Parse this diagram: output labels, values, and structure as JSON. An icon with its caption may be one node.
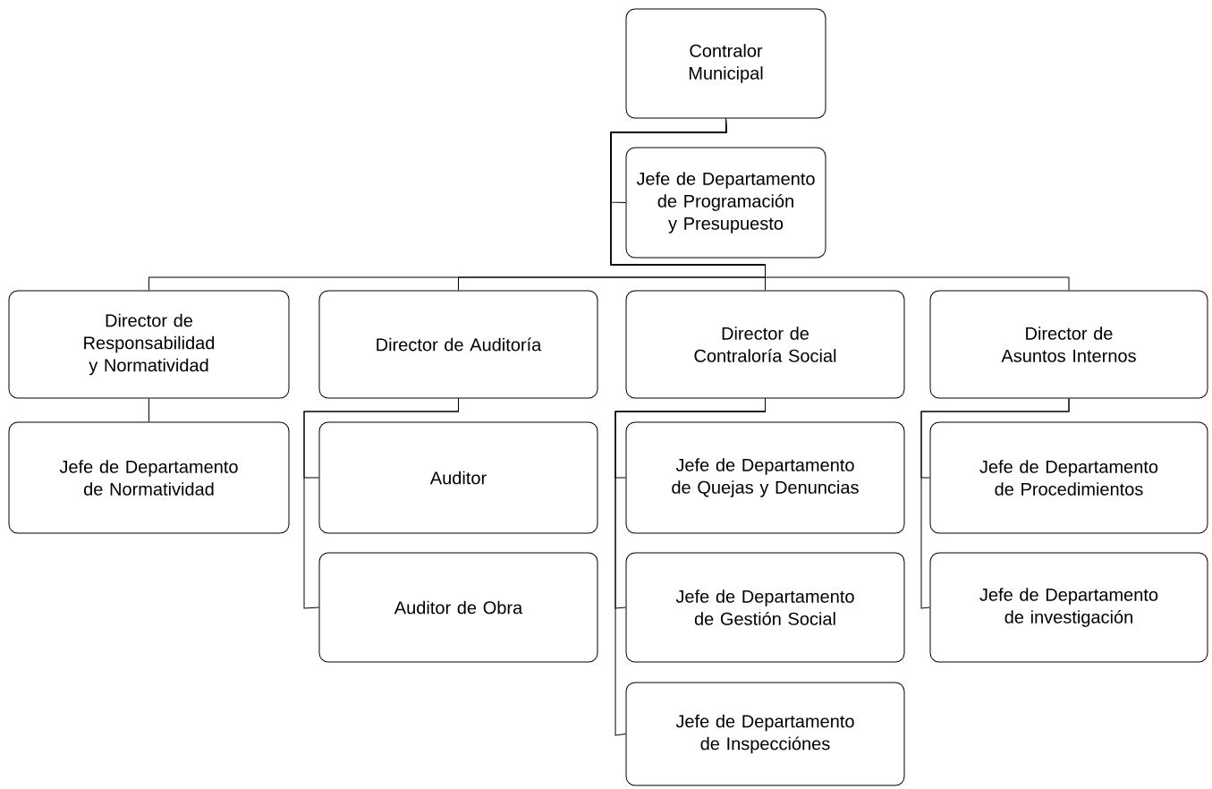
{
  "diagram": {
    "nodes": [
      {
        "text": [
          "Contralor Municipal"
        ]
      },
      {
        "text": [
          "Jefe de Departamento de Programación y Presupuesto"
        ]
      },
      {
        "text": [
          "Director de Responsabilidad y Normatividad"
        ]
      },
      {
        "text": [
          "Jefe de Departamento de Normatividad"
        ]
      },
      {
        "text": [
          "Director de Auditoría"
        ]
      },
      {
        "text": [
          "Auditor"
        ]
      },
      {
        "text": [
          "Auditor de Obra"
        ]
      },
      {
        "text": [
          "Director de Contraloría Social"
        ]
      },
      {
        "text": [
          "Jefe de Departamento de Quejas y Denuncias"
        ]
      },
      {
        "text": [
          "Jefe de Departamento de Gestión Social"
        ]
      },
      {
        "text": [
          "Jefe de Departamento de Inspecciónes"
        ]
      },
      {
        "text": [
          "Director de Asuntos Internos"
        ]
      },
      {
        "text": [
          "Jefe de Departamento de Procedimientos"
        ]
      },
      {
        "text": [
          "Jefe de Departamento de investigación"
        ]
      }
    ],
    "edges": [
      {
        "from": 0,
        "to": 1,
        "arrow": "none"
      },
      {
        "from": 0,
        "to": 2,
        "arrow": "none"
      },
      {
        "from": 0,
        "to": 4,
        "arrow": "none"
      },
      {
        "from": 0,
        "to": 7,
        "arrow": "none"
      },
      {
        "from": 0,
        "to": 11,
        "arrow": "none"
      },
      {
        "from": 2,
        "to": 3,
        "arrow": "none"
      },
      {
        "from": 4,
        "to": 5,
        "arrow": "none"
      },
      {
        "from": 4,
        "to": 6,
        "arrow": "none"
      },
      {
        "from": 7,
        "to": 8,
        "arrow": "none"
      },
      {
        "from": 7,
        "to": 9,
        "arrow": "none"
      },
      {
        "from": 7,
        "to": 10,
        "arrow": "none"
      },
      {
        "from": 11,
        "to": 12,
        "arrow": "none"
      },
      {
        "from": 11,
        "to": 13,
        "arrow": "none"
      }
    ]
  }
}
